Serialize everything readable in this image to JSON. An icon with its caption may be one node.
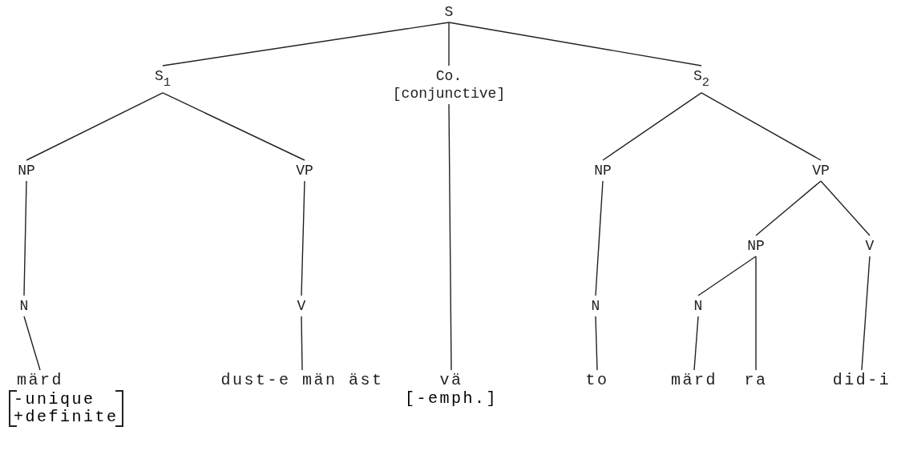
{
  "diagram": {
    "nodes": [
      {
        "text": [
          "S"
        ]
      },
      {
        "text": [
          "S$_{1}$"
        ]
      },
      {
        "text": [
          "Co.",
          "[conjunctive]"
        ]
      },
      {
        "text": [
          "S$_{2}$"
        ]
      },
      {
        "text": [
          "NP"
        ]
      },
      {
        "text": [
          "VP"
        ]
      },
      {
        "text": [
          "NP"
        ]
      },
      {
        "text": [
          "VP"
        ]
      },
      {
        "text": [
          "NP"
        ]
      },
      {
        "text": [
          "V"
        ]
      },
      {
        "text": [
          "N"
        ]
      },
      {
        "text": [
          "V"
        ]
      },
      {
        "text": [
          "N"
        ]
      },
      {
        "text": [
          "N"
        ]
      },
      {
        "text": [
          "märd"
        ],
        "beside": [
          "-unique +definite"
        ]
      },
      {
        "text": [
          "dust-e män äst"
        ]
      },
      {
        "text": [
          "vä"
        ],
        "beside": [
          "[-emph.]"
        ]
      },
      {
        "text": [
          "to"
        ]
      },
      {
        "text": [
          "märd"
        ]
      },
      {
        "text": [
          "ra"
        ]
      },
      {
        "text": [
          "did-i"
        ]
      }
    ],
    "edges": [
      {
        "from": 0,
        "to": 1,
        "arrow": "none"
      },
      {
        "from": 0,
        "to": 2,
        "arrow": "none"
      },
      {
        "from": 0,
        "to": 3,
        "arrow": "none"
      },
      {
        "from": 1,
        "to": 4,
        "arrow": "none"
      },
      {
        "from": 1,
        "to": 5,
        "arrow": "none"
      },
      {
        "from": 3,
        "to": 6,
        "arrow": "none"
      },
      {
        "from": 3,
        "to": 7,
        "arrow": "none"
      },
      {
        "from": 2,
        "to": 16,
        "arrow": "none"
      },
      {
        "from": 4,
        "to": 10,
        "arrow": "none"
      },
      {
        "from": 5,
        "to": 11,
        "arrow": "none"
      },
      {
        "from": 6,
        "to": 12,
        "arrow": "none"
      },
      {
        "from": 7,
        "to": 8,
        "arrow": "none"
      },
      {
        "from": 7,
        "to": 9,
        "arrow": "none"
      },
      {
        "from": 8,
        "to": 13,
        "arrow": "none"
      },
      {
        "from": 8,
        "to": 19,
        "arrow": "none"
      },
      {
        "from": 9,
        "to": 20,
        "arrow": "none"
      },
      {
        "from": 10,
        "to": 14,
        "arrow": "none"
      },
      {
        "from": 11,
        "to": 15,
        "arrow": "none"
      },
      {
        "from": 12,
        "to": 17,
        "arrow": "none"
      },
      {
        "from": 13,
        "to": 18,
        "arrow": "none"
      }
    ]
  }
}
